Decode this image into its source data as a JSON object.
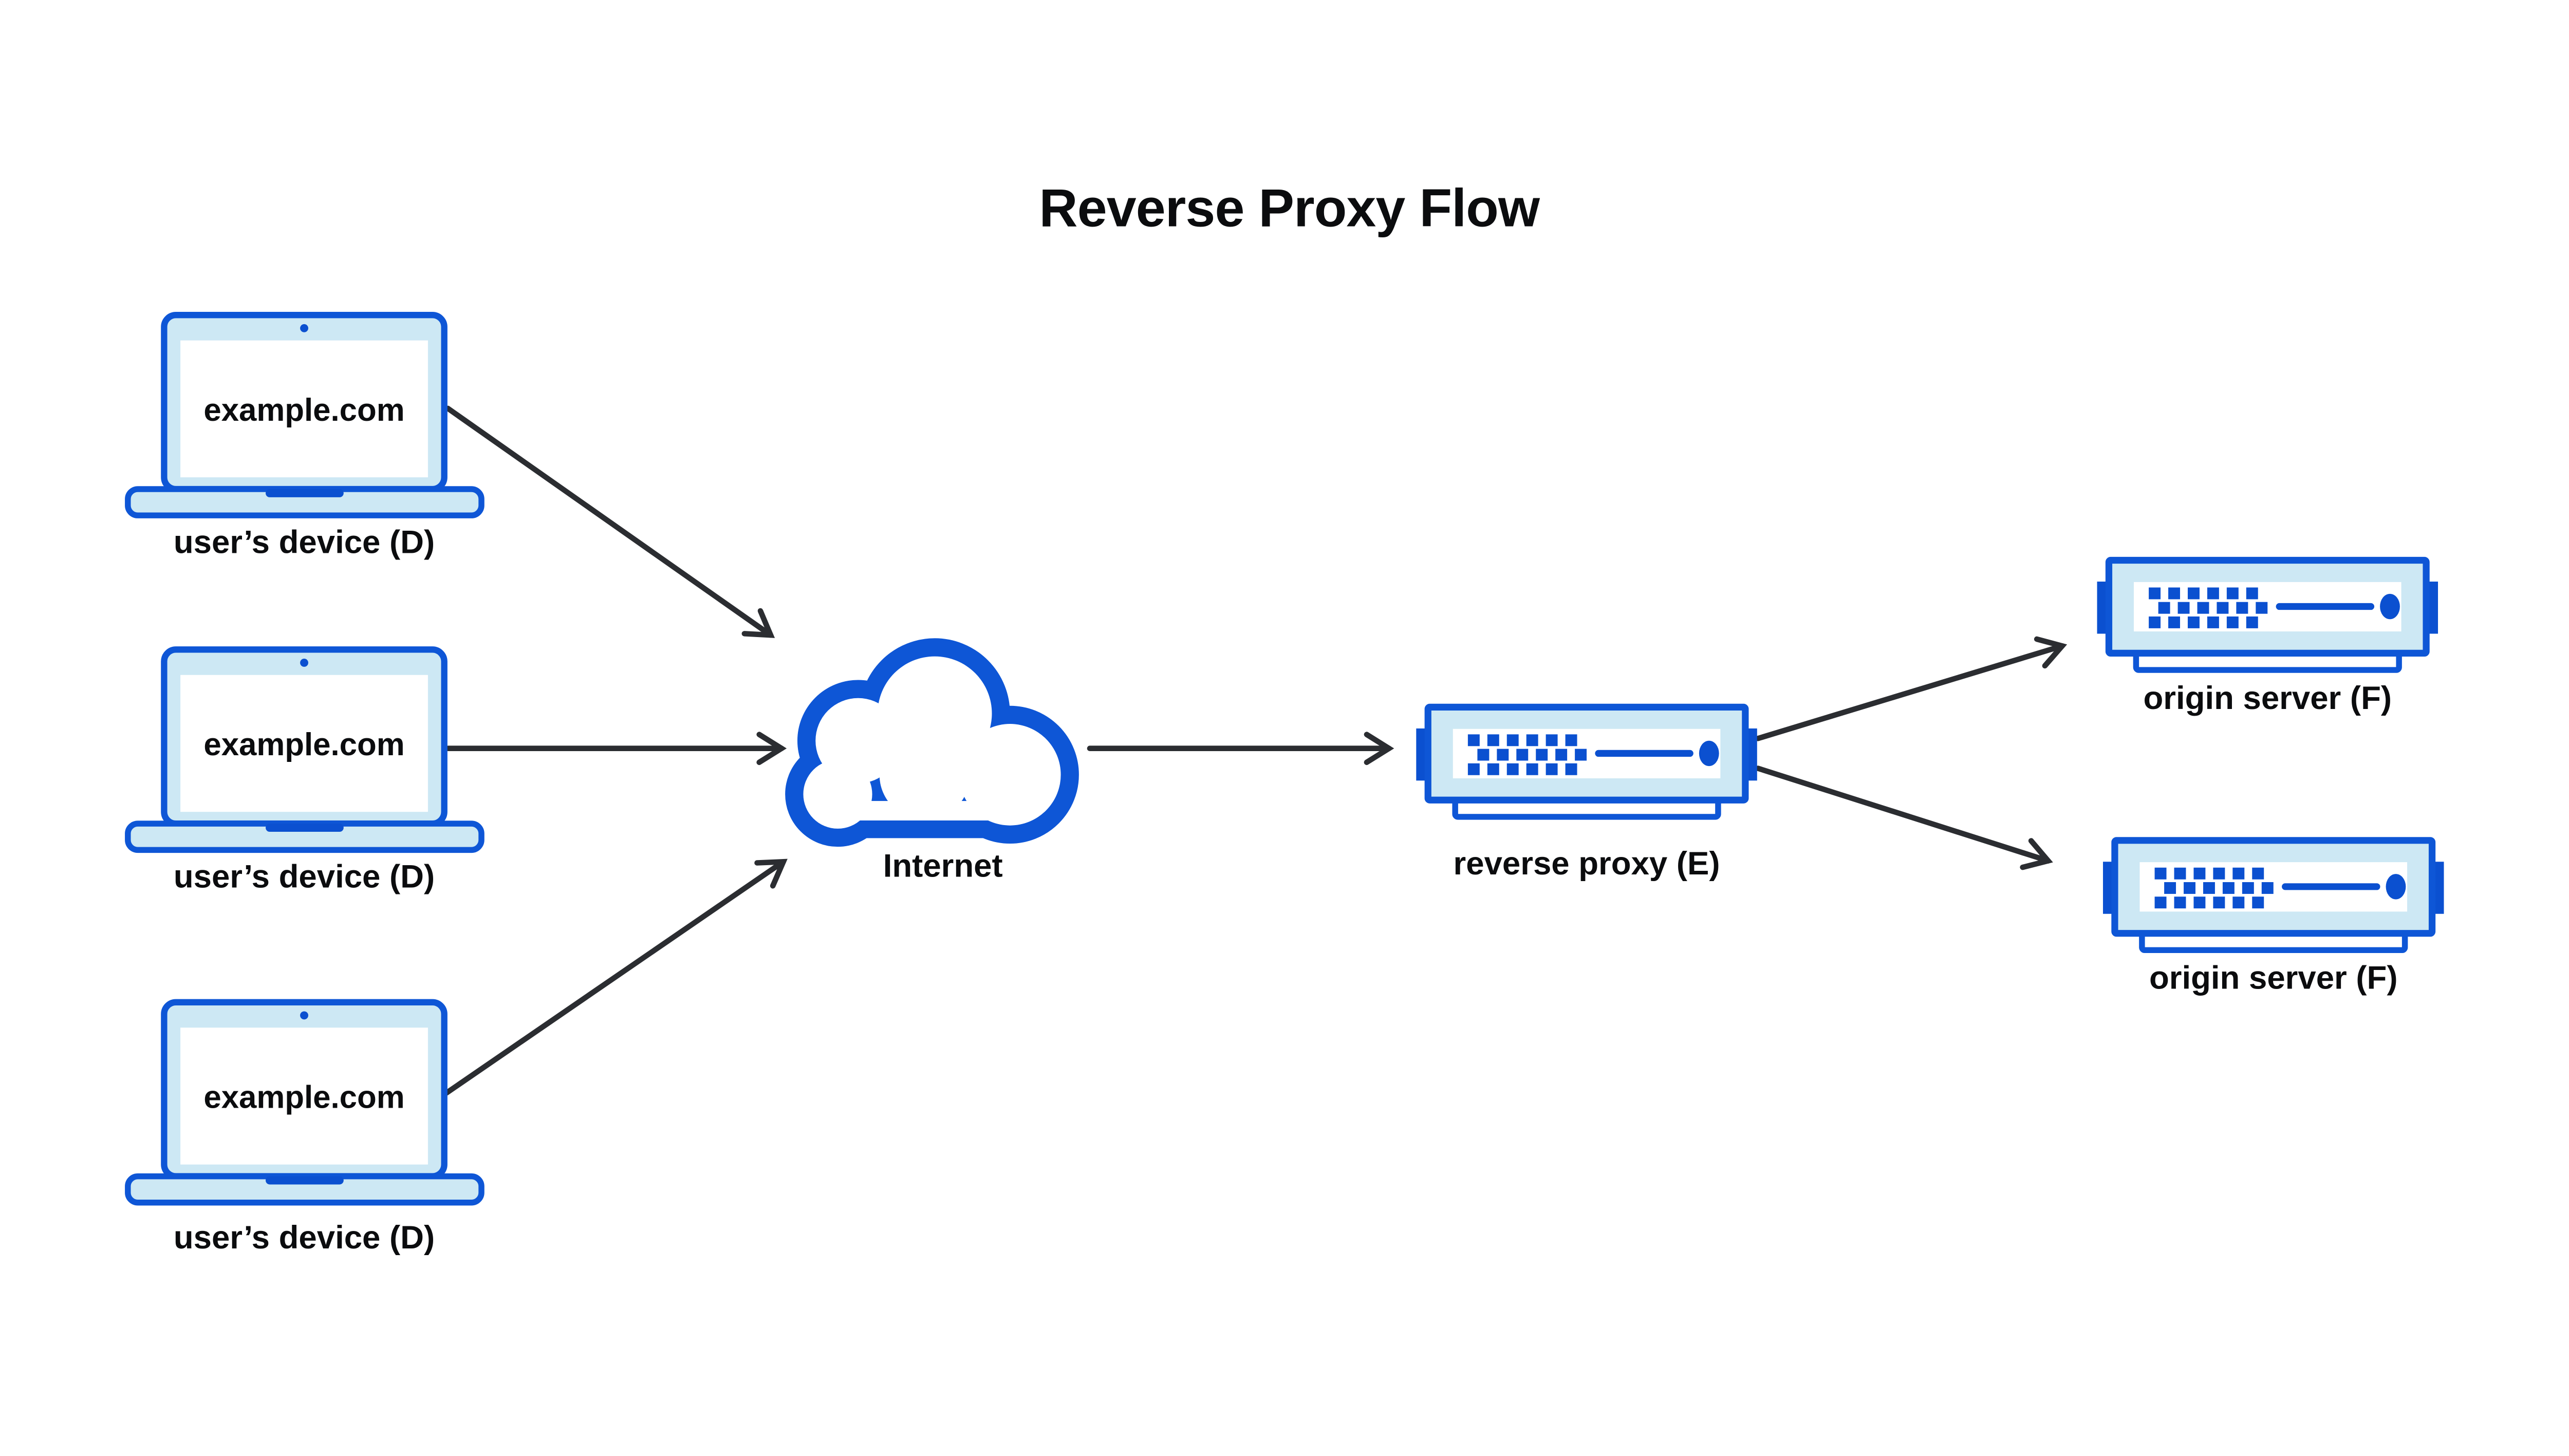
{
  "title": "Reverse Proxy Flow",
  "colors": {
    "accent": "#0e56d6",
    "accent_deep": "#0b50d0",
    "light_fill": "#cde8f4",
    "arrow": "#2b2d31",
    "text": "#0b0c0e",
    "background": "#ffffff"
  },
  "icons": {
    "device": "laptop-icon",
    "internet": "cloud-icon",
    "reverse_proxy": "server-icon",
    "origin": "server-icon"
  },
  "nodes": {
    "devices": [
      {
        "screen_text": "example.com",
        "label": "user’s device (D)"
      },
      {
        "screen_text": "example.com",
        "label": "user’s device (D)"
      },
      {
        "screen_text": "example.com",
        "label": "user’s device (D)"
      }
    ],
    "internet": {
      "label": "Internet"
    },
    "reverse_proxy": {
      "label": "reverse proxy (E)"
    },
    "origins": [
      {
        "label": "origin server (F)"
      },
      {
        "label": "origin server (F)"
      }
    ]
  },
  "connections": [
    {
      "from": "user’s device (D) 1",
      "to": "Internet"
    },
    {
      "from": "user’s device (D) 2",
      "to": "Internet"
    },
    {
      "from": "user’s device (D) 3",
      "to": "Internet"
    },
    {
      "from": "Internet",
      "to": "reverse proxy (E)"
    },
    {
      "from": "reverse proxy (E)",
      "to": "origin server (F) 1"
    },
    {
      "from": "reverse proxy (E)",
      "to": "origin server (F) 2"
    }
  ]
}
